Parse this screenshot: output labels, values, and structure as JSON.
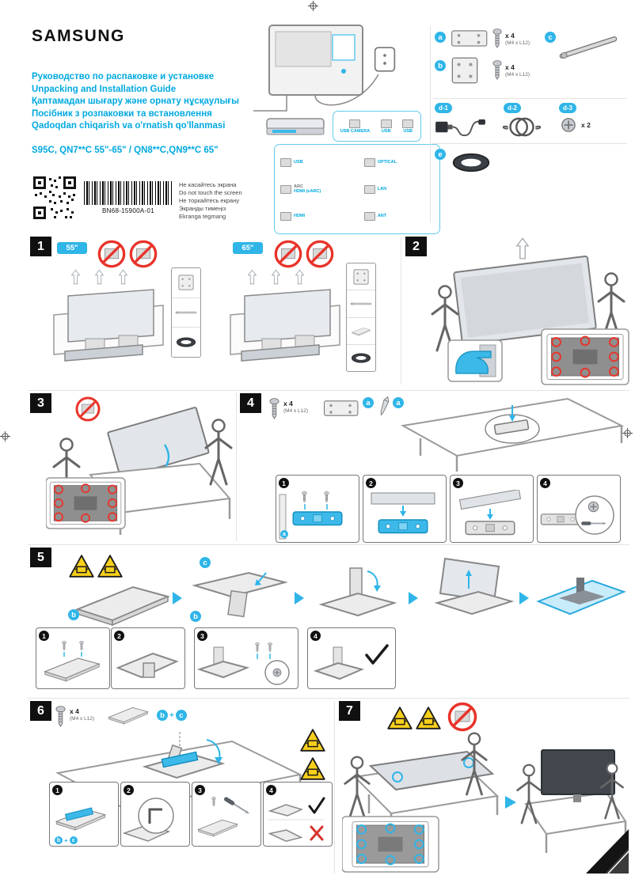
{
  "header": {
    "brand": "SAMSUNG",
    "titles": [
      "Руководство по распаковке и установке",
      "Unpacking and Installation Guide",
      "Қаптамадан шығару және орнату нұсқаулығы",
      "Посібник з розпаковки та встановлення",
      "Qadoqdan chiqarish va o'rnatish qo'llanmasi"
    ],
    "models": "S95C, QN7**C 55\"-65\" / QN8**C,QN9**C 65\"",
    "doc_code": "BN68-15900A-01",
    "warnings": [
      "Не касайтесь экрана",
      "Do not touch the screen",
      "Не торкайтесь екрану",
      "Экранды тимеңіз",
      "Ekranga tegmang"
    ]
  },
  "diagram": {
    "ports_top": {
      "usb_camera": "USB CAMERA",
      "usb": "USB",
      "usb2": "USB"
    },
    "ports": {
      "usb": "USB",
      "optical": "OPTICAL",
      "arc": "ARC",
      "hdmi_earc": "HDMI (eARC)",
      "lan": "LAN",
      "hdmi": "HDMI",
      "ant": "ANT"
    },
    "parts": {
      "a": {
        "label": "a",
        "qty": "x 4",
        "spec": "(M4 x L12)"
      },
      "b": {
        "label": "b",
        "qty": "x 4",
        "spec": "(M4 x L12)"
      },
      "c": {
        "label": "c"
      },
      "d1": {
        "label": "d-1"
      },
      "d2": {
        "label": "d-2"
      },
      "d3": {
        "label": "d-3",
        "qty": "x 2"
      },
      "e": {
        "label": "e"
      }
    }
  },
  "steps": {
    "s1": {
      "num": "1",
      "badge1": "55\"",
      "badge2": "65\""
    },
    "s2": {
      "num": "2"
    },
    "s3": {
      "num": "3"
    },
    "s4": {
      "num": "4",
      "screw_qty": "x 4",
      "screw_spec": "(M4 x L12)",
      "callout": "a"
    },
    "s5": {
      "num": "5",
      "callout_b": "b",
      "callout_c": "c"
    },
    "s6": {
      "num": "6",
      "screw_qty": "x 4",
      "screw_spec": "(M4 x L12)",
      "callout_b": "b",
      "plus": "+",
      "callout_c": "c"
    },
    "s7": {
      "num": "7"
    }
  },
  "subnums": [
    "1",
    "2",
    "3",
    "4"
  ],
  "colors": {
    "accent": "#00a9e0",
    "prohibition_red": "#e8342a",
    "warning_yellow": "#f7cf1b"
  }
}
